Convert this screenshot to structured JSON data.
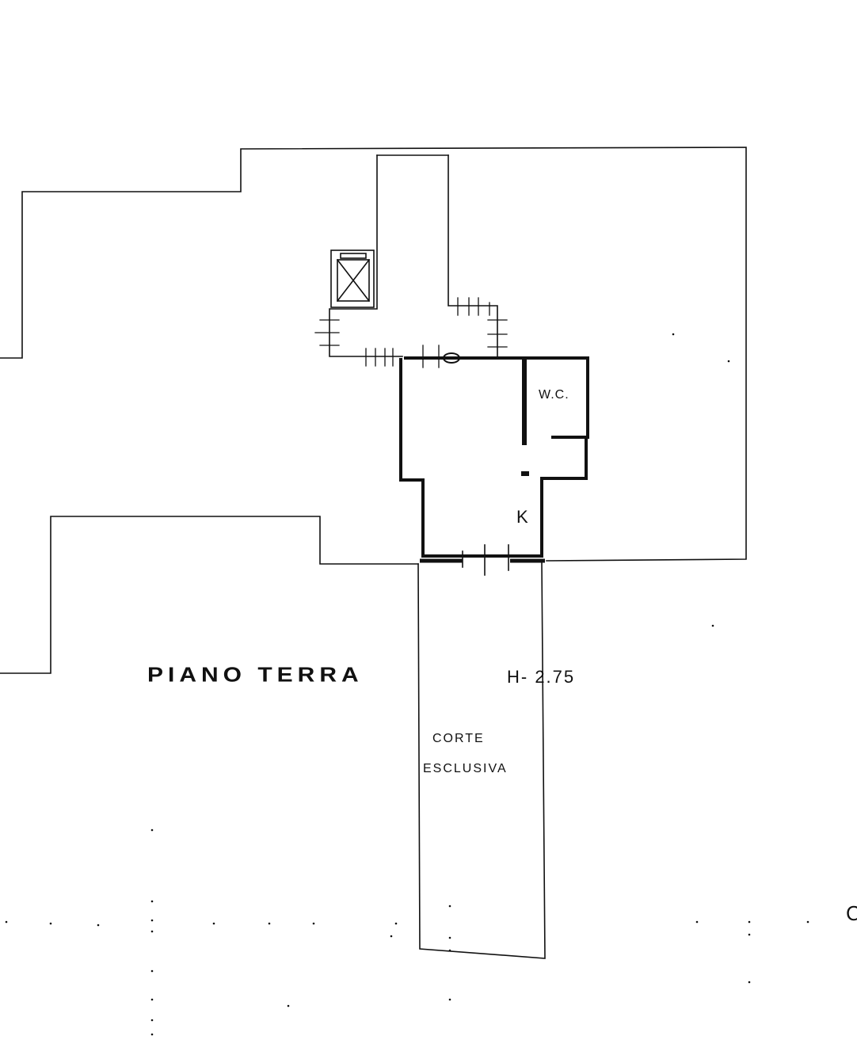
{
  "plan": {
    "title": "PIANO TERRA",
    "height_note": "H- 2.75",
    "rooms": {
      "wc": "W.C.",
      "kitchen": "K"
    },
    "courtyard": {
      "line1": "CORTE",
      "line2": "ESCLUSIVA"
    },
    "edge_fragment": "C"
  },
  "colors": {
    "ink": "#111111",
    "paper": "#ffffff"
  }
}
